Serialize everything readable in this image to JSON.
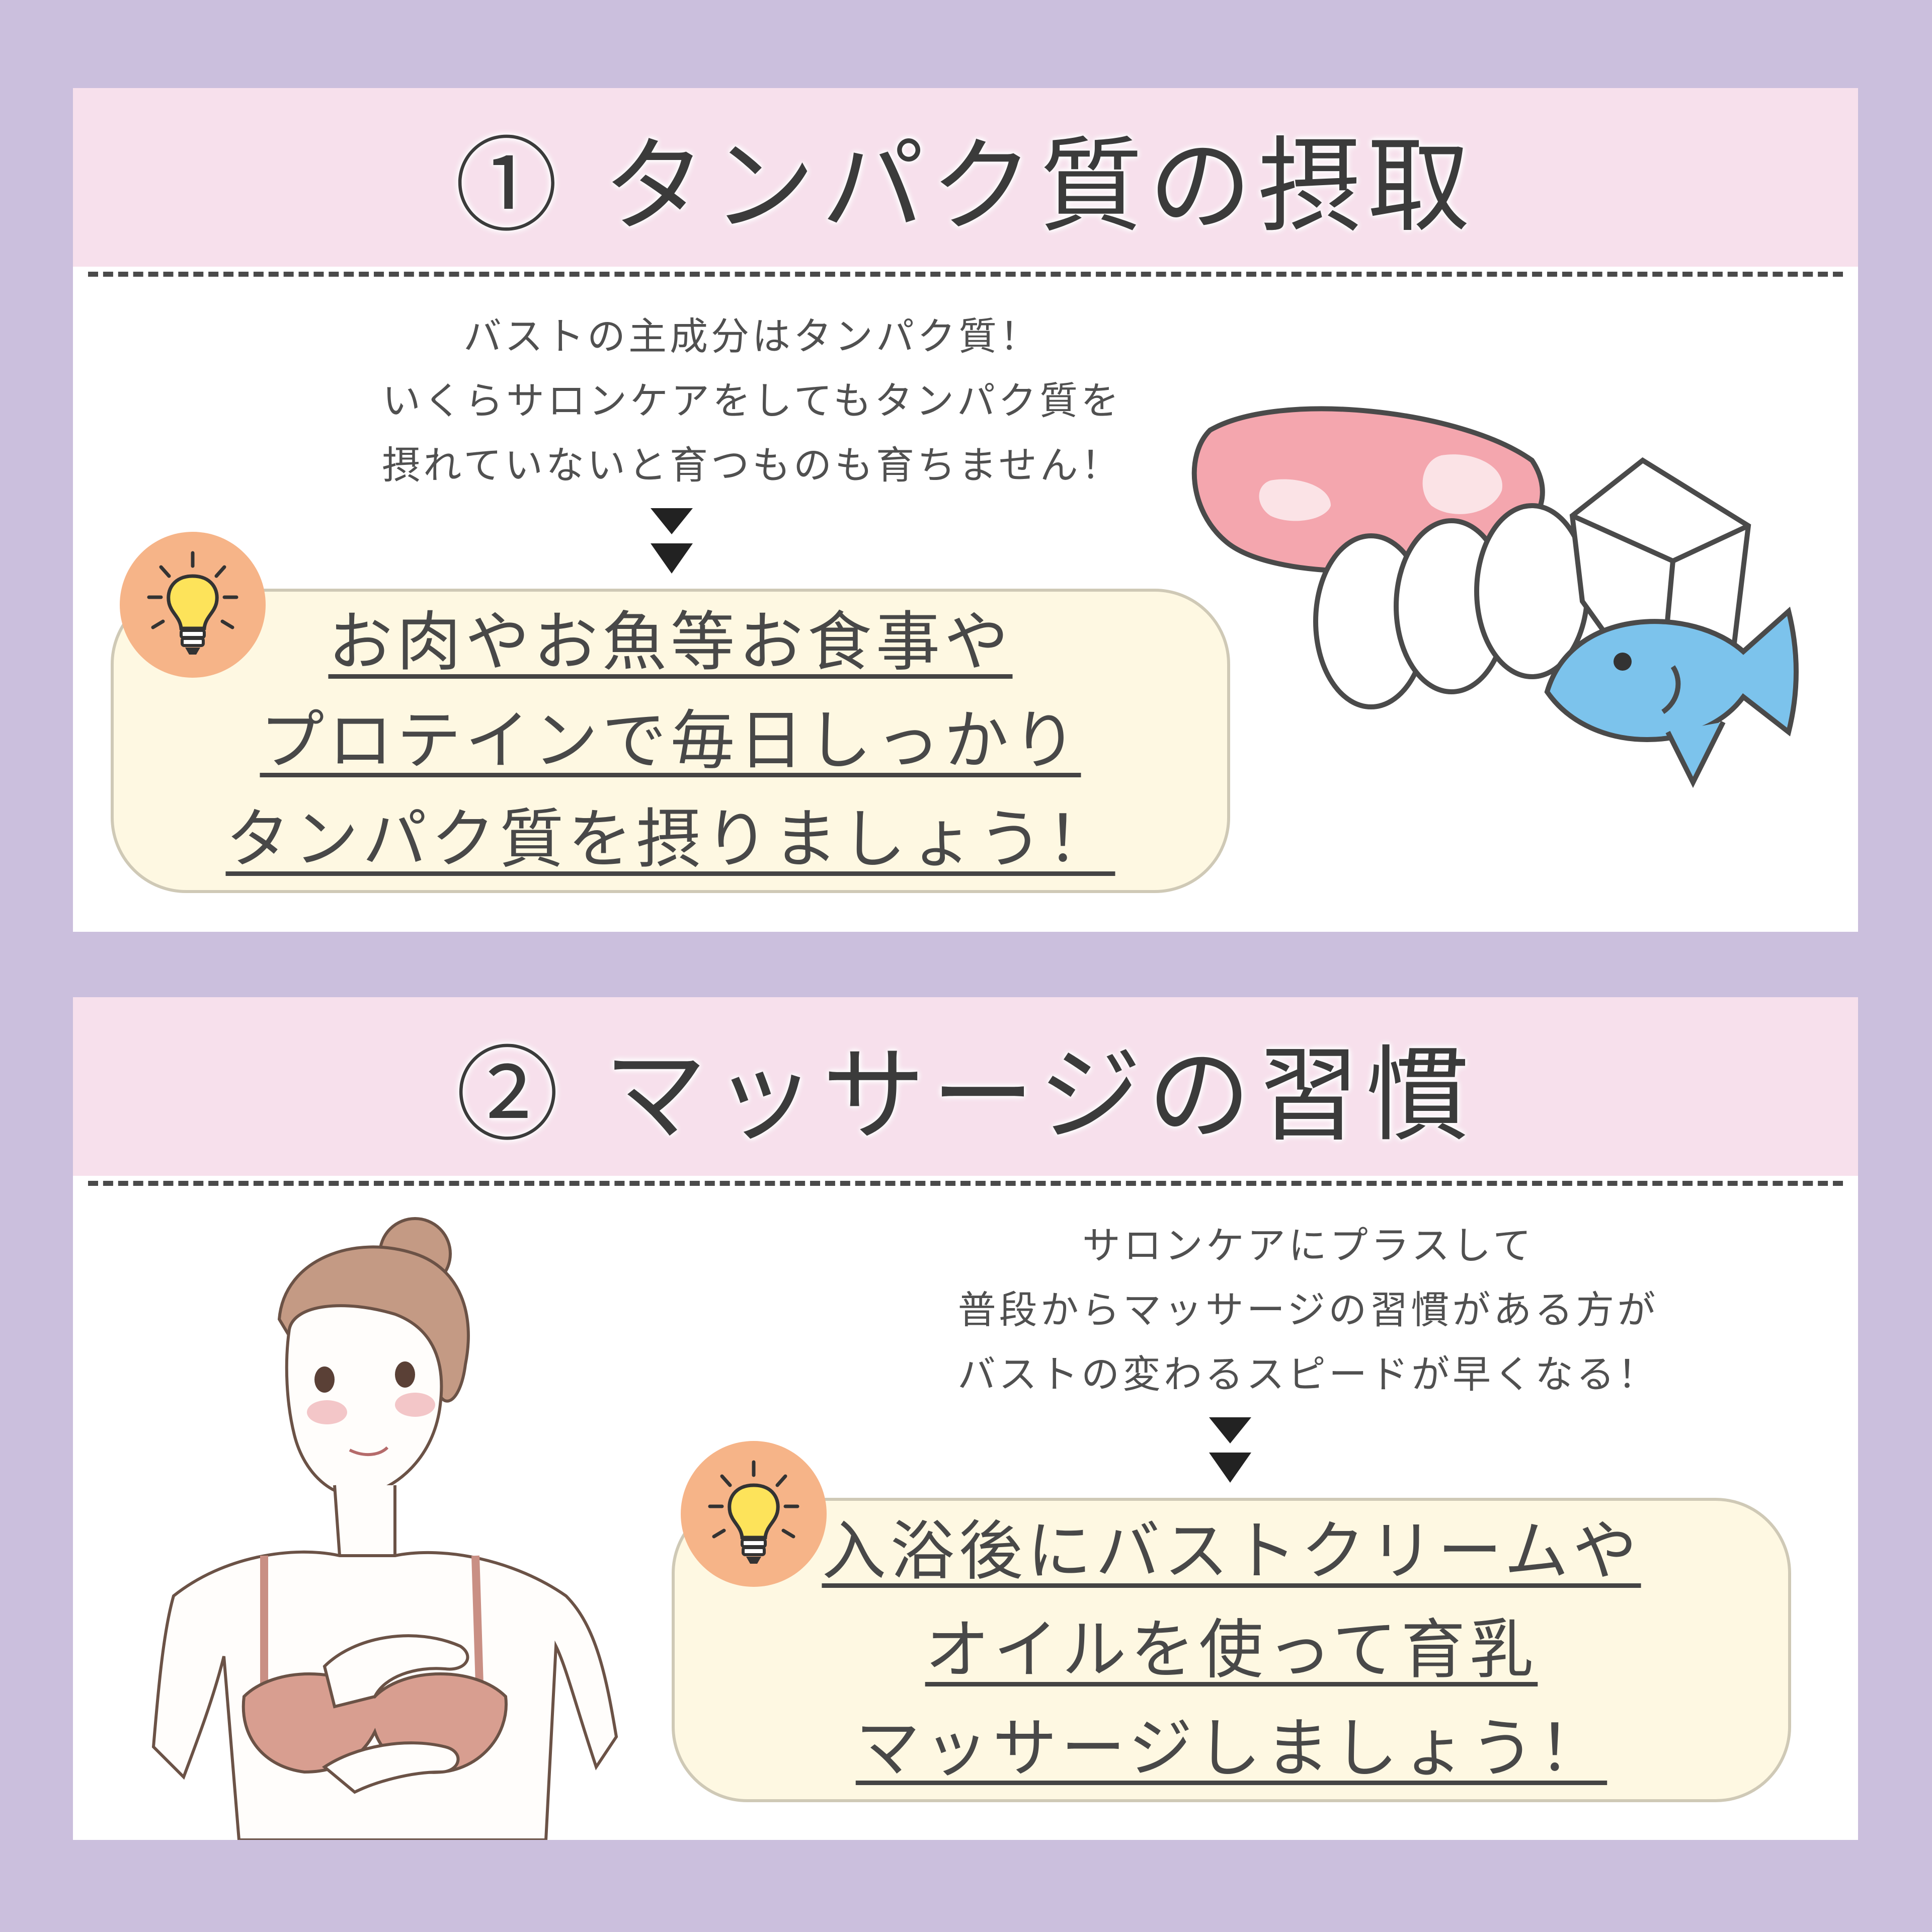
{
  "sections": [
    {
      "title": "① タンパク質の摂取",
      "intro": [
        "バストの主成分はタンパク質！",
        "いくらサロンケアをしてもタンパク質を",
        "摂れていないと育つものも育ちません！"
      ],
      "tip": [
        "お肉やお魚等お食事や",
        "プロテインで毎日しっかり",
        "タンパク質を摂りましょう！"
      ],
      "icon": "lightbulb-icon",
      "illustration": "protein-foods-illustration"
    },
    {
      "title": "② マッサージの習慣",
      "intro": [
        "サロンケアにプラスして",
        "普段からマッサージの習慣がある方が",
        "バストの変わるスピードが早くなる！"
      ],
      "tip": [
        "入浴後にバストクリームや",
        "オイルを使って育乳",
        "マッサージしましょう！"
      ],
      "icon": "lightbulb-icon",
      "illustration": "woman-massage-illustration"
    }
  ],
  "colors": {
    "background": "#cbbfdd",
    "title_band": "#f7e0ec",
    "tip_box": "#fef8e2",
    "bulb_circle": "#f6b488",
    "text": "#484848"
  }
}
